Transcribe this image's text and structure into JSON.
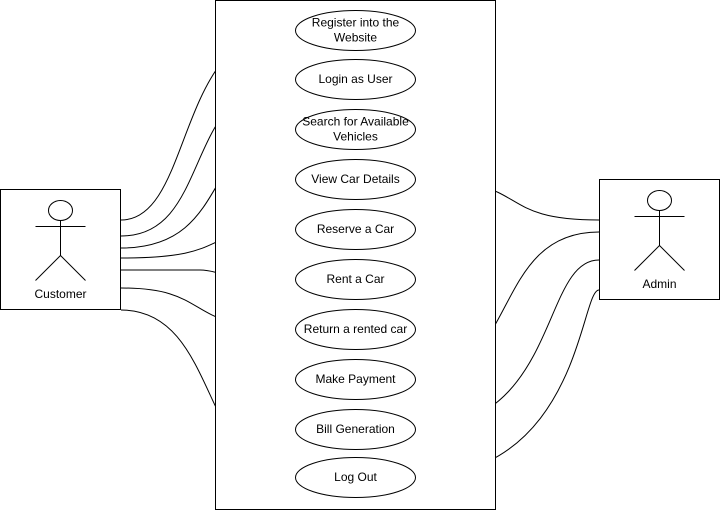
{
  "diagram": {
    "actors": {
      "customer": {
        "label": "Customer"
      },
      "admin": {
        "label": "Admin"
      }
    },
    "use_cases": [
      {
        "id": "register",
        "lines": [
          "Register into the",
          "Website"
        ]
      },
      {
        "id": "login",
        "lines": [
          "Login as User"
        ]
      },
      {
        "id": "search",
        "lines": [
          "Search for Available",
          "Vehicles"
        ]
      },
      {
        "id": "view",
        "lines": [
          "View Car Details"
        ]
      },
      {
        "id": "reserve",
        "lines": [
          "Reserve a Car"
        ]
      },
      {
        "id": "rent",
        "lines": [
          "Rent a Car"
        ]
      },
      {
        "id": "return",
        "lines": [
          "Return a rented car"
        ]
      },
      {
        "id": "payment",
        "lines": [
          "Make Payment"
        ]
      },
      {
        "id": "bill",
        "lines": [
          "Bill Generation"
        ]
      },
      {
        "id": "logout",
        "lines": [
          "Log Out"
        ]
      }
    ],
    "associations": [
      {
        "actor": "customer",
        "use_case": "register"
      },
      {
        "actor": "customer",
        "use_case": "login"
      },
      {
        "actor": "customer",
        "use_case": "search"
      },
      {
        "actor": "customer",
        "use_case": "reserve"
      },
      {
        "actor": "customer",
        "use_case": "rent"
      },
      {
        "actor": "customer",
        "use_case": "return"
      },
      {
        "actor": "customer",
        "use_case": "logout"
      },
      {
        "actor": "admin",
        "use_case": "view"
      },
      {
        "actor": "admin",
        "use_case": "payment"
      },
      {
        "actor": "admin",
        "use_case": "bill"
      },
      {
        "actor": "admin",
        "use_case": "logout"
      }
    ]
  }
}
